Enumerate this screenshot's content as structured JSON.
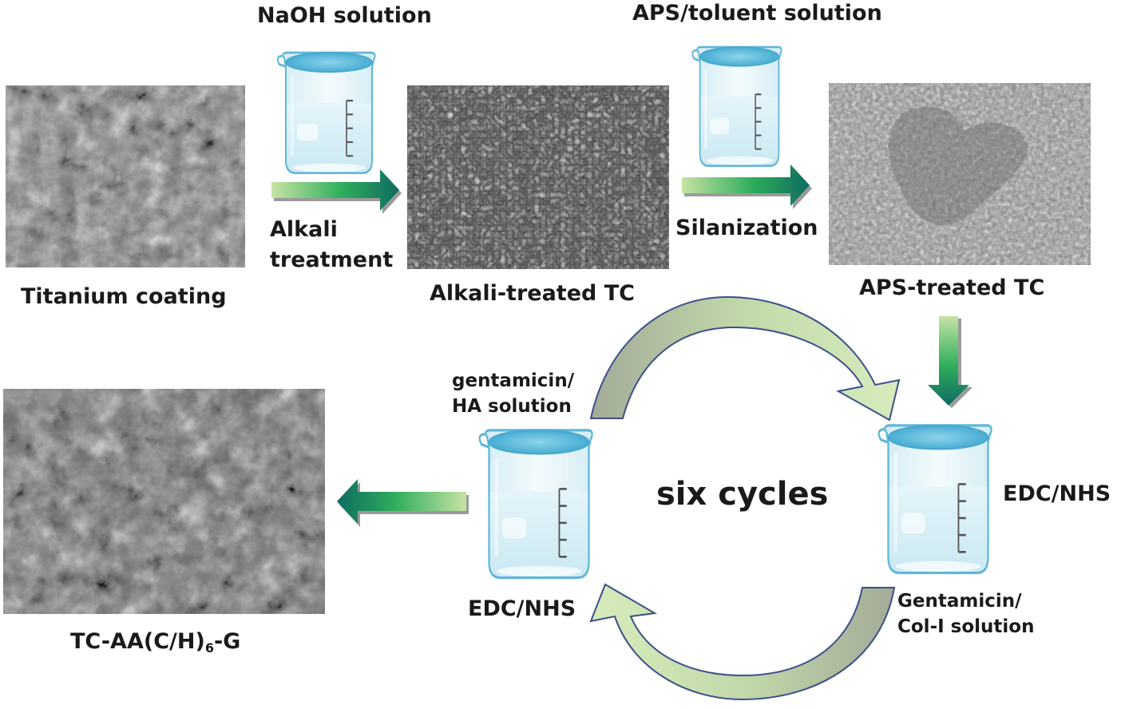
{
  "labels": {
    "naoh": "NaOH solution",
    "aps_toluent": "APS/toluent solution",
    "alkali_treatment_1": "Alkali",
    "alkali_treatment_2": "treatment",
    "silanization": "Silanization",
    "titanium_coating": "Titanium coating",
    "alkali_treated_tc": "Alkali-treated TC",
    "aps_treated_tc": "APS-treated TC",
    "gentamicin_ha_1": "gentamicin/",
    "gentamicin_ha_2": "HA solution",
    "six_cycles": "six cycles",
    "edc_nhs_right": "EDC/NHS",
    "edc_nhs_left": "EDC/NHS",
    "gentamicin_col_1": "Gentamicin/",
    "gentamicin_col_2": "Col-I solution",
    "final_product_main": "TC-AA(C/H)",
    "final_product_sub": "6",
    "final_product_tail": "-G"
  },
  "colors": {
    "arrow_light": "#b9dc9a",
    "arrow_mid": "#3db35d",
    "arrow_dark": "#0f6e5e",
    "cycle_arrow_light": "#cfe5b2",
    "cycle_arrow_dark": "#9eaa94",
    "cycle_arrow_stroke": "#3d4f8a",
    "beaker_liquid": "#bfe6f2",
    "beaker_top": "#62bfe0",
    "sem_gray": "#8c8c8c"
  },
  "icons": {
    "beaker": "beaker-icon",
    "process_arrow": "arrow-right-icon",
    "cycle_arrow": "curved-arrow-icon"
  }
}
